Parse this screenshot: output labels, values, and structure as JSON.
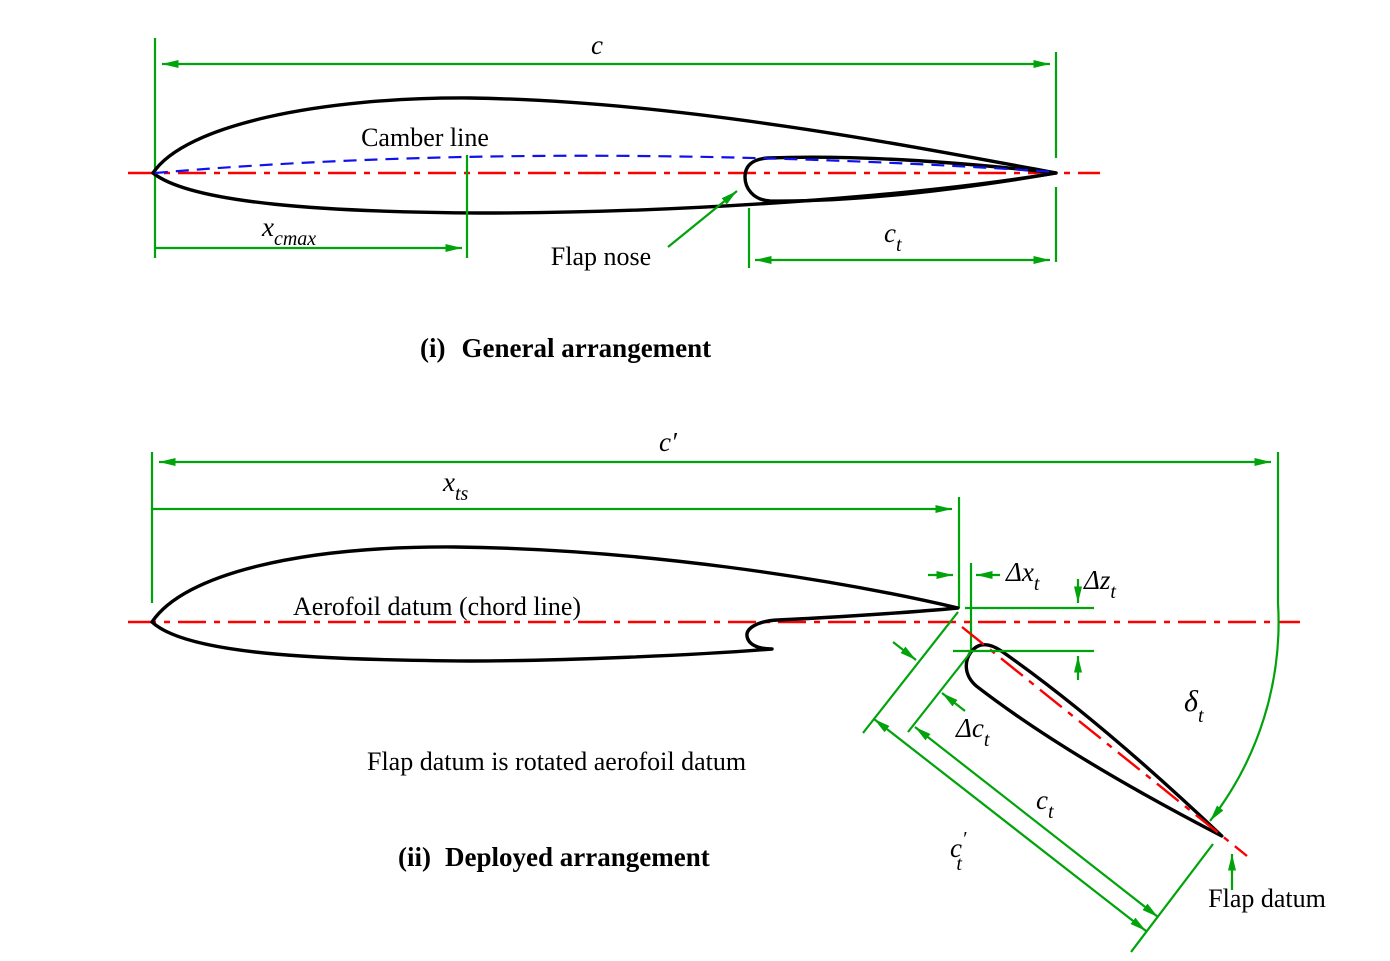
{
  "colors": {
    "dimension_green": "#00a30a",
    "datum_red": "#fb0000",
    "camber_blue": "#1111ee",
    "outline_black": "#000000"
  },
  "figure1": {
    "caption_index": "(i)",
    "caption_text": "General arrangement",
    "labels": {
      "chord": "c",
      "camber_line": "Camber line",
      "x_cmax_base": "x",
      "x_cmax_sub": "cmax",
      "flap_nose": "Flap nose",
      "flap_chord_base": "c",
      "flap_chord_sub": "t"
    }
  },
  "figure2": {
    "caption_index": "(ii)",
    "caption_text": "Deployed arrangement",
    "labels": {
      "extended_chord": "c′",
      "x_ts_base": "x",
      "x_ts_sub": "ts",
      "aerofoil_datum": "Aerofoil datum (chord line)",
      "delta_x_base": "Δx",
      "delta_x_sub": "t",
      "delta_z_base": "Δz",
      "delta_z_sub": "t",
      "delta_c_base": "Δc",
      "delta_c_sub": "t",
      "deflection_base": "δ",
      "deflection_sub": "t",
      "flap_chord_base": "c",
      "flap_chord_sub": "t",
      "flap_chord_ext_base": "c",
      "flap_chord_ext_prime": "′",
      "flap_chord_ext_sub": "t",
      "note": "Flap datum is rotated aerofoil datum",
      "flap_datum": "Flap datum"
    }
  }
}
